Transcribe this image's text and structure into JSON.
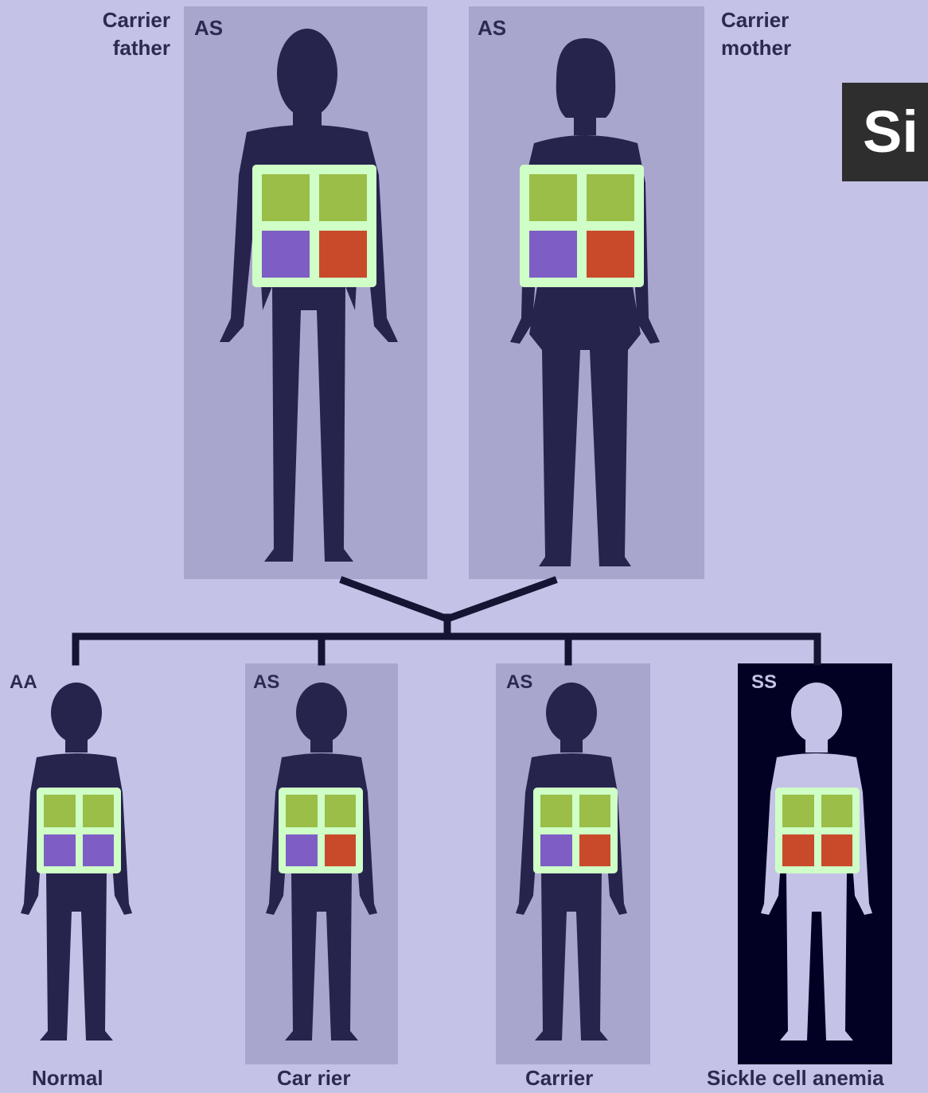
{
  "title_fragment": "Si",
  "parents": {
    "father": {
      "label_line1": "Carrier",
      "label_line2": "father",
      "genotype": "AS",
      "cells": [
        "#9abe48",
        "#9abe48",
        "#7e5ec5",
        "#c84a2a"
      ]
    },
    "mother": {
      "label_line1": "Carrier",
      "label_line2": "mother",
      "genotype": "AS",
      "cells": [
        "#9abe48",
        "#9abe48",
        "#7e5ec5",
        "#c84a2a"
      ]
    }
  },
  "children": [
    {
      "genotype": "AA",
      "caption": "Normal",
      "cells": [
        "#9abe48",
        "#9abe48",
        "#7e5ec5",
        "#7e5ec5"
      ]
    },
    {
      "genotype": "AS",
      "caption": "Car rier",
      "cells": [
        "#9abe48",
        "#9abe48",
        "#7e5ec5",
        "#c84a2a"
      ]
    },
    {
      "genotype": "AS",
      "caption": "Carrier",
      "cells": [
        "#9abe48",
        "#9abe48",
        "#7e5ec5",
        "#c84a2a"
      ]
    },
    {
      "genotype": "SS",
      "caption": "Sickle cell anemia",
      "cells": [
        "#9abe48",
        "#9abe48",
        "#c84a2a",
        "#c84a2a"
      ]
    }
  ],
  "colors": {
    "background": "#c4c2e6",
    "panel": "#a8a6cc",
    "affected_panel": "#020124",
    "silhouette": "#26244d",
    "grid_frame": "#cfffc7",
    "allele_green": "#9abe48",
    "allele_purple": "#7e5ec5",
    "allele_red": "#c84a2a"
  },
  "icons": [
    "adult-male-silhouette-icon",
    "adult-female-silhouette-icon",
    "child-silhouette-icon"
  ]
}
